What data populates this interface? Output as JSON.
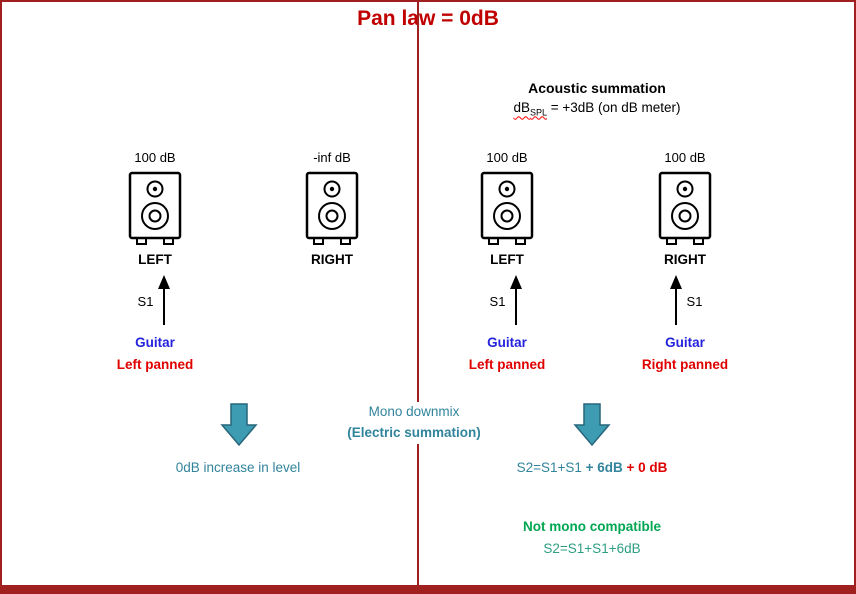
{
  "title": "Pan law = 0dB",
  "left": {
    "columns": [
      {
        "level": "100 dB",
        "label": "LEFT",
        "signal": "S1",
        "instrument": "Guitar",
        "panning": "Left panned"
      },
      {
        "level": "-inf dB",
        "label": "RIGHT"
      }
    ],
    "result": "0dB increase in level"
  },
  "middle": {
    "line1": "Mono downmix",
    "line2": "(Electric summation)"
  },
  "right": {
    "heading": "Acoustic summation",
    "formula": {
      "base": "dB",
      "sub": "SPL",
      "rest": " = +3dB (on dB meter)"
    },
    "columns": [
      {
        "level": "100 dB",
        "label": "LEFT",
        "signal": "S1",
        "instrument": "Guitar",
        "panning": "Left panned"
      },
      {
        "level": "100 dB",
        "label": "RIGHT",
        "signal": "S1",
        "instrument": "Guitar",
        "panning": "Right panned"
      }
    ],
    "result": {
      "base": "S2=S1+S1",
      "gain": " + 6dB",
      "pan": " + 0 dB"
    },
    "note_title": "Not mono compatible",
    "note_formula": "S2=S1+S1+6dB"
  },
  "colors": {
    "dark_red": "#A02020",
    "title_red": "#C00000",
    "teal": "#31849B",
    "teal_fill": "#3D9CB2",
    "green": "#00A651",
    "green2": "#2E9E82",
    "blue": "#2323DC",
    "red": "#E00000"
  }
}
